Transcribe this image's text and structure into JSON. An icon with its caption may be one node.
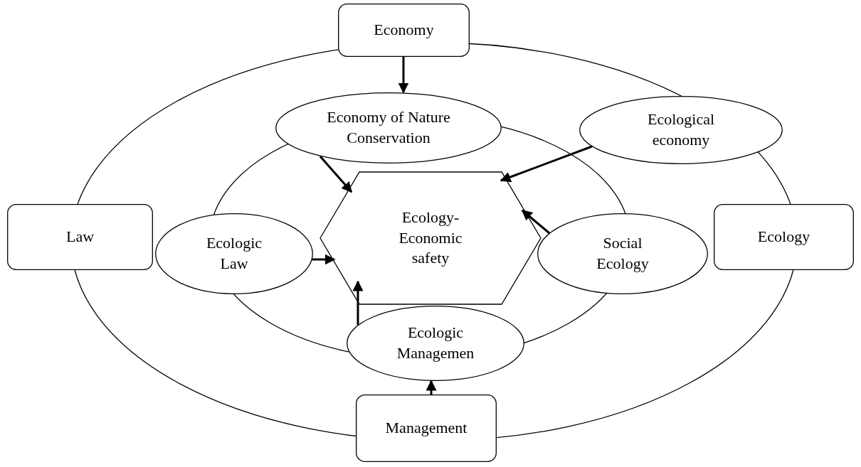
{
  "diagram": {
    "nodes": [
      {
        "text": [
          "Economy"
        ]
      },
      {
        "text": [
          "Economy of Nature Conservation"
        ]
      },
      {
        "text": [
          "Ecological economy"
        ]
      },
      {
        "text": [
          "Law"
        ]
      },
      {
        "text": [
          "Ecologic Law"
        ]
      },
      {
        "text": [
          "Ecology-Economic safety"
        ]
      },
      {
        "text": [
          "Social Ecology"
        ]
      },
      {
        "text": [
          "Ecology"
        ]
      },
      {
        "text": [
          "Ecologic Managemen"
        ]
      },
      {
        "text": [
          "Management"
        ]
      }
    ],
    "edges": [
      {
        "from": 0,
        "to": 1,
        "arrow": "to"
      },
      {
        "from": 1,
        "to": 5,
        "arrow": "to"
      },
      {
        "from": 2,
        "to": 5,
        "arrow": "to"
      },
      {
        "from": 6,
        "to": 5,
        "arrow": "to"
      },
      {
        "from": 4,
        "to": 5,
        "arrow": "to"
      },
      {
        "from": 8,
        "to": 5,
        "arrow": "to"
      },
      {
        "from": 9,
        "to": 8,
        "arrow": "to"
      }
    ]
  }
}
